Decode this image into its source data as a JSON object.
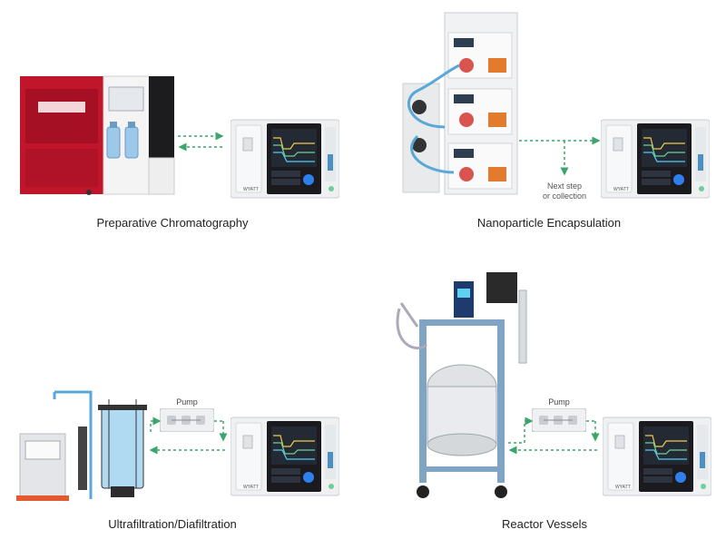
{
  "panels": [
    {
      "caption": "Preparative Chromatography"
    },
    {
      "caption": "Nanoparticle Encapsulation",
      "note_line1": "Next step",
      "note_line2": "or collection"
    },
    {
      "caption": "Ultrafiltration/Diafiltration",
      "pump_label": "Pump"
    },
    {
      "caption": "Reactor Vessels",
      "pump_label": "Pump"
    }
  ],
  "detector": {
    "brand": "WYATT"
  },
  "colors": {
    "arrow": "#3aa66a",
    "tube": "#5aa8d8",
    "instrument_red": "#c0152a",
    "screen_dark": "#1b1b1f",
    "panel_gray": "#e8eaec"
  }
}
